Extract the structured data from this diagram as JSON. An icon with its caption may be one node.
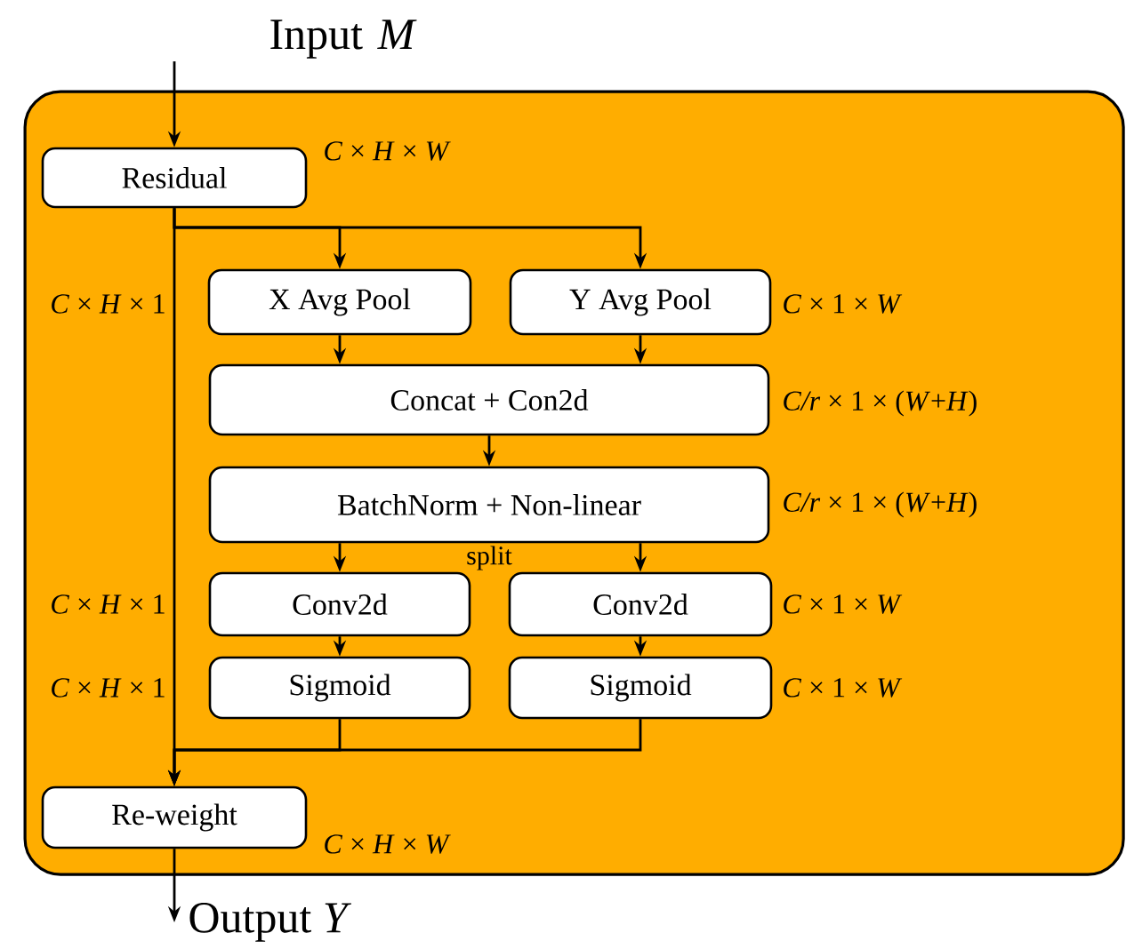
{
  "diagram": {
    "nodes": [
      {
        "text": [],
        "shape": "box"
      },
      {
        "text": [
          "Input *M*"
        ]
      },
      {
        "text": [
          "Residual"
        ],
        "in": 0,
        "beside": [
          "*C* × *H* × *W*"
        ]
      },
      {
        "text": [
          "X Avg Pool"
        ],
        "in": 0,
        "beside": [
          "*C* × *H* × 1"
        ]
      },
      {
        "text": [
          "Y Avg Pool"
        ],
        "in": 0,
        "beside": [
          "*C* × 1 × *W*"
        ]
      },
      {
        "text": [
          "Concat + Con2d"
        ],
        "in": 0,
        "beside": [
          "*C/r* × 1 × (*W*+*H*)"
        ]
      },
      {
        "text": [
          "BatchNorm + Non-linear"
        ],
        "in": 0,
        "beside": [
          "*C/r* × 1 × (*W*+*H*)"
        ]
      },
      {
        "text": [
          "Conv2d"
        ],
        "in": 0,
        "beside": [
          "*C* × *H* × 1"
        ]
      },
      {
        "text": [
          "Conv2d"
        ],
        "in": 0,
        "beside": [
          "*C* × 1 × *W*"
        ]
      },
      {
        "text": [
          "Sigmoid"
        ],
        "in": 0,
        "beside": [
          "*C* × *H* × 1"
        ]
      },
      {
        "text": [
          "Sigmoid"
        ],
        "in": 0,
        "beside": [
          "*C* × 1 × *W*"
        ]
      },
      {
        "text": [
          "Re-weight"
        ],
        "in": 0,
        "beside": [
          "*C* × *H* × *W*"
        ]
      },
      {
        "text": [
          "Output *Y*"
        ]
      }
    ],
    "edges": [
      {
        "from": 1,
        "to": 2,
        "arrow": "to"
      },
      {
        "from": 2,
        "to": 3,
        "arrow": "to"
      },
      {
        "from": 2,
        "to": 4,
        "arrow": "to"
      },
      {
        "from": 2,
        "to": 11,
        "arrow": "to"
      },
      {
        "from": 3,
        "to": 5,
        "arrow": "to"
      },
      {
        "from": 4,
        "to": 5,
        "arrow": "to"
      },
      {
        "from": 5,
        "to": 6,
        "arrow": "to"
      },
      {
        "from": 6,
        "to": 7,
        "arrow": "to"
      },
      {
        "from": 6,
        "to": 8,
        "arrow": "to"
      },
      {
        "from": 7,
        "to": 9,
        "arrow": "to"
      },
      {
        "from": 8,
        "to": 10,
        "arrow": "to"
      },
      {
        "from": 9,
        "to": 11,
        "arrow": "to"
      },
      {
        "from": 10,
        "to": 11,
        "arrow": "to"
      },
      {
        "from": 11,
        "to": 12,
        "arrow": "to"
      }
    ],
    "labels": [
      "split"
    ]
  }
}
